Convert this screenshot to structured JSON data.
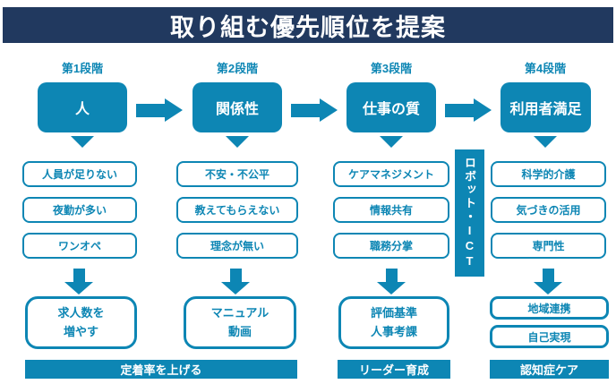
{
  "title": "取り組む優先順位を提案",
  "colors": {
    "title_bar_navy": "#21395f",
    "accent_teal": "#0d86b4"
  },
  "stages": [
    {
      "label": "第1段階",
      "name": "人",
      "items": [
        "人員が足りない",
        "夜勤が多い",
        "ワンオペ"
      ],
      "action": {
        "line1": "求人数を",
        "line2": "増やす"
      }
    },
    {
      "label": "第2段階",
      "name": "関係性",
      "items": [
        "不安・不公平",
        "教えてもらえない",
        "理念が無い"
      ],
      "action": {
        "line1": "マニュアル",
        "line2": "動画"
      }
    },
    {
      "label": "第3段階",
      "name": "仕事の質",
      "items": [
        "ケアマネジメント",
        "情報共有",
        "職務分掌"
      ],
      "action": {
        "line1": "評価基準",
        "line2": "人事考課"
      }
    },
    {
      "label": "第4段階",
      "name": "利用者満足",
      "items": [
        "科学的介護",
        "気づきの活用",
        "専門性"
      ],
      "actions": [
        "地域連携",
        "自己実現"
      ]
    }
  ],
  "footers": [
    "定着率を上げる",
    "リーダー育成",
    "認知症ケア"
  ],
  "vertical_bar": "ロボット・ICT"
}
